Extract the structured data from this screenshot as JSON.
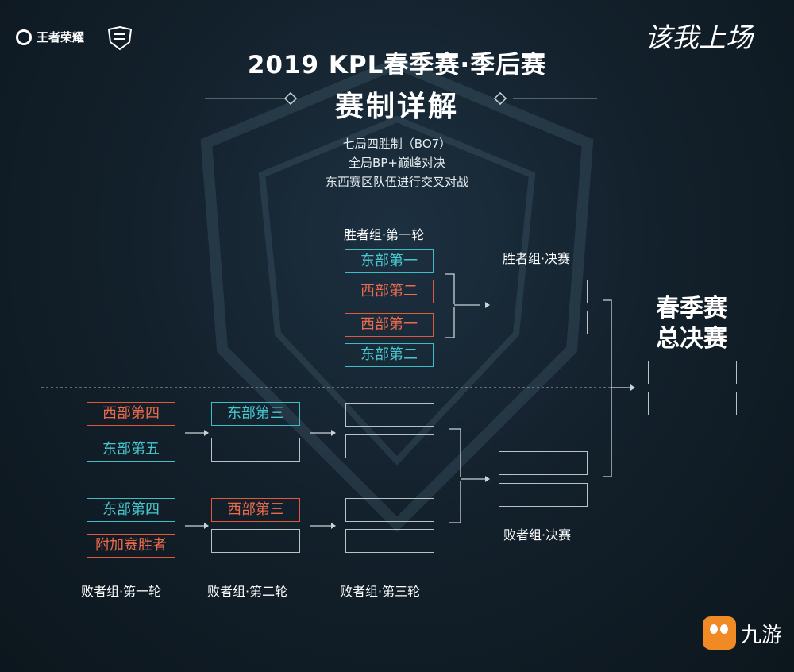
{
  "header": {
    "logo_left_text": "王者荣耀",
    "brand_right": "该我上场",
    "title_line1": "2019 KPL春季赛·季后赛",
    "title_line2": "赛制详解",
    "rules": [
      "七局四胜制（BO7）",
      "全局BP+巅峰对决",
      "东西赛区队伍进行交叉对战"
    ]
  },
  "winners_bracket": {
    "round1_label": "胜者组·第一轮",
    "round1_teams": [
      "东部第一",
      "西部第二",
      "西部第一",
      "东部第二"
    ],
    "final_label": "胜者组·决赛",
    "final_slots": [
      "",
      ""
    ]
  },
  "losers_bracket": {
    "round1_label": "败者组·第一轮",
    "round1_teams": [
      "西部第四",
      "东部第五",
      "东部第四",
      "附加赛胜者"
    ],
    "round2_label": "败者组·第二轮",
    "round2_teams": [
      "东部第三",
      "",
      "西部第三",
      ""
    ],
    "round3_label": "败者组·第三轮",
    "round3_slots": [
      "",
      "",
      "",
      ""
    ],
    "final_label": "败者组·决赛",
    "final_slots": [
      "",
      ""
    ]
  },
  "grand_final": {
    "title_line1": "春季赛",
    "title_line2": "总决赛",
    "slots": [
      "",
      ""
    ]
  },
  "watermark": "九游",
  "colors": {
    "east": "#47c8d0",
    "west": "#ef6a4c",
    "background": "#13212c"
  }
}
